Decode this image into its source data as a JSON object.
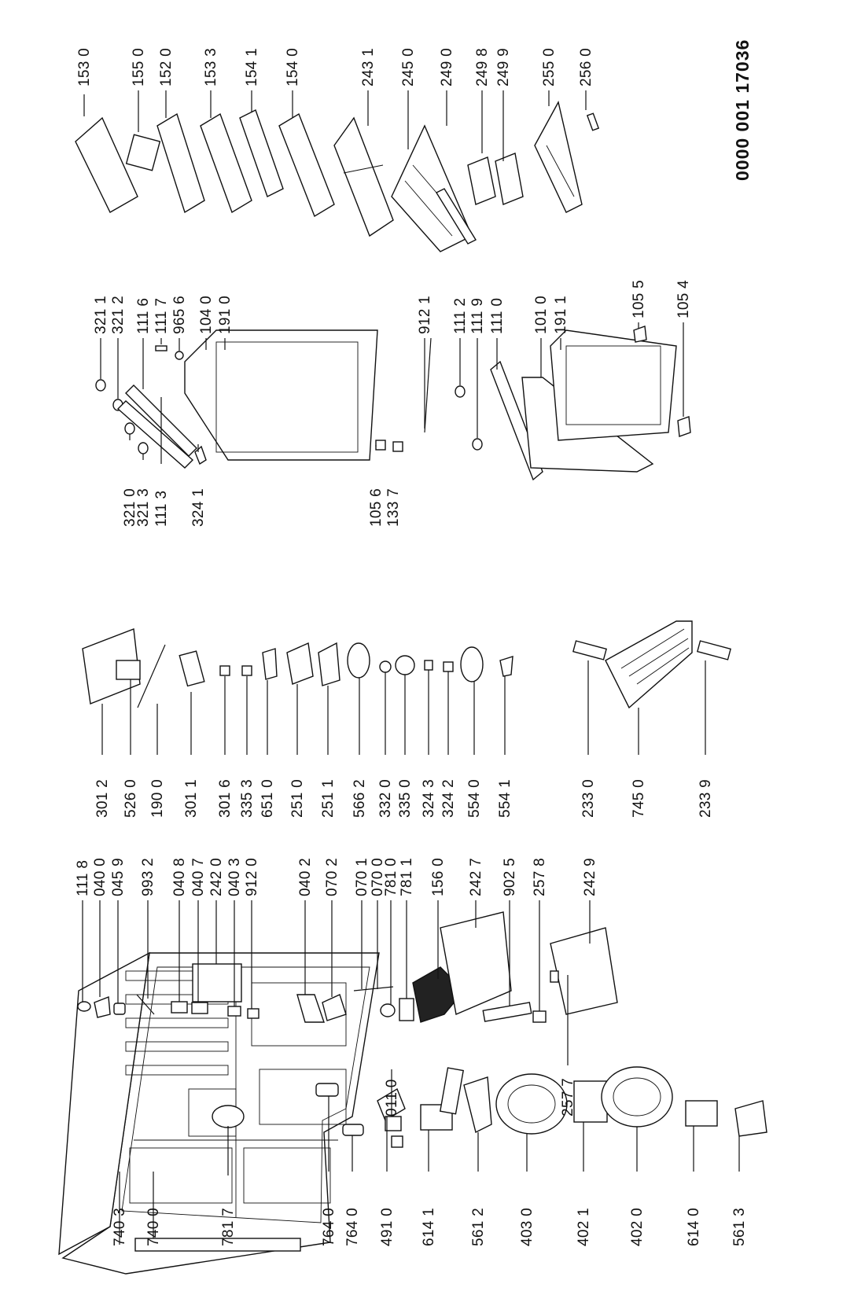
{
  "document_number": "0000 001 17036",
  "labels": [
    "153 0",
    "155 0",
    "152 0",
    "153 3",
    "154 1",
    "154 0",
    "243 1",
    "245 0",
    "249 0",
    "249 8",
    "249 9",
    "255 0",
    "256 0",
    "321 1",
    "321 2",
    "111 6",
    "111 7",
    "965 6",
    "104 0",
    "191 0",
    "912 1",
    "111 2",
    "111 9",
    "111 0",
    "101 0",
    "191 1",
    "105 5",
    "105 4",
    "321 0",
    "321 3",
    "111 3",
    "324 1",
    "105 6",
    "133 7",
    "301 2",
    "526 0",
    "190 0",
    "301 1",
    "301 6",
    "335 3",
    "651 0",
    "251 0",
    "251 1",
    "566 2",
    "332 0",
    "335 0",
    "324 3",
    "324 2",
    "554 0",
    "554 1",
    "233 0",
    "745 0",
    "233 9",
    "111 8",
    "040 0",
    "045 9",
    "993 2",
    "040 8",
    "040 7",
    "242 0",
    "040 3",
    "912 0",
    "040 2",
    "070 2",
    "070 1",
    "070 0",
    "781 0",
    "781 1",
    "156 0",
    "242 7",
    "902 5",
    "257 8",
    "242 9",
    "011 0",
    "257 7",
    "740 3",
    "740 0",
    "781 7",
    "764 0",
    "764 0",
    "491 0",
    "614 1",
    "561 2",
    "403 0",
    "402 1",
    "402 0",
    "614 0",
    "561 3"
  ]
}
